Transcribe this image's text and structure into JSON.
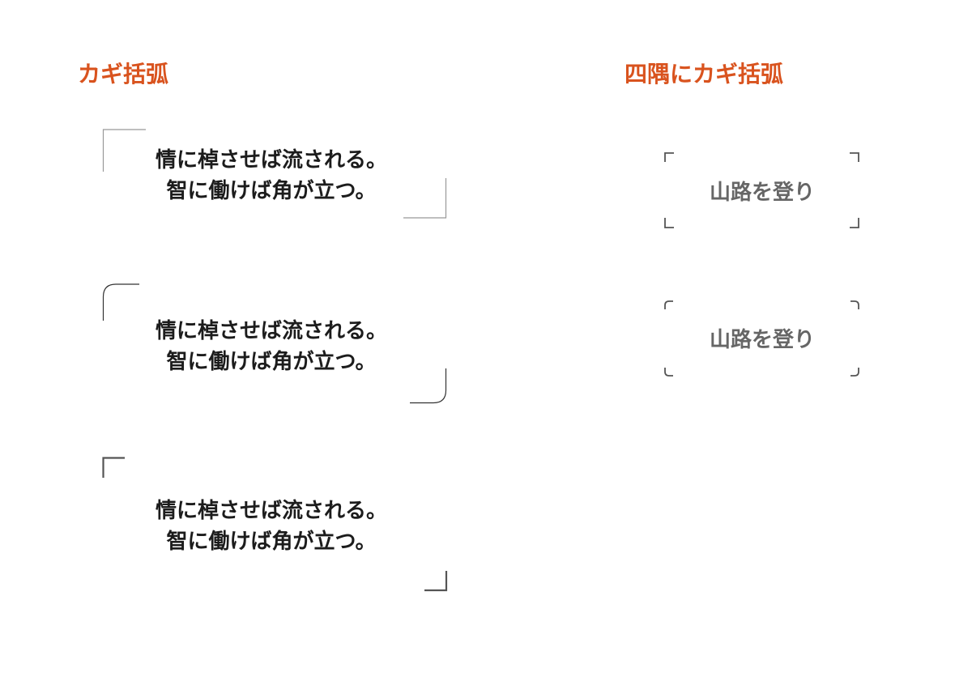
{
  "left_section": {
    "heading": "カギ括弧",
    "examples": [
      {
        "line1": "情に棹させば流される。",
        "line2": "智に働けば角が立つ。",
        "bracket_style": "thin-square"
      },
      {
        "line1": "情に棹させば流される。",
        "line2": "智に働けば角が立つ。",
        "bracket_style": "thin-rounded"
      },
      {
        "line1": "情に棹させば流される。",
        "line2": "智に働けば角が立つ。",
        "bracket_style": "short-thick-square"
      }
    ]
  },
  "right_section": {
    "heading": "四隅にカギ括弧",
    "examples": [
      {
        "label": "山路を登り",
        "corner_style": "square"
      },
      {
        "label": "山路を登り",
        "corner_style": "rounded"
      }
    ]
  },
  "colors": {
    "heading": "#d9531e",
    "body_text": "#1c1c1c",
    "label_text": "#666666",
    "bracket_thin": "#999999",
    "bracket_dark": "#555555"
  }
}
